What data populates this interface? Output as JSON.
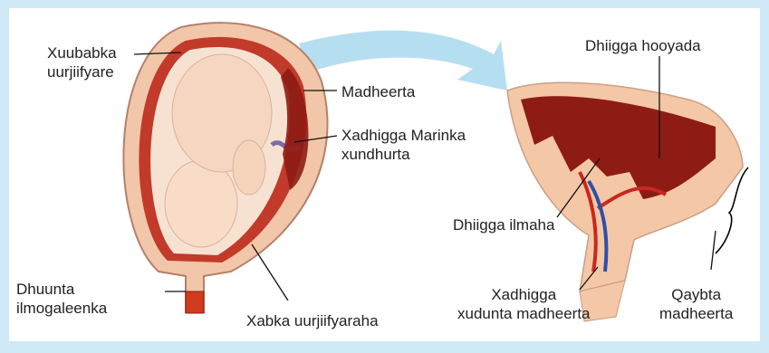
{
  "labels": {
    "uterine_wall": [
      "Xuubabka",
      "uurjiifyare"
    ],
    "placenta": "Madheerta",
    "umbilical_vein": [
      "Xadhigga Marinka",
      "xundhurta"
    ],
    "cervix": [
      "Dhuunta",
      "ilmogaleenka"
    ],
    "amniotic_sac": "Xabka uurjiifyaraha",
    "maternal_blood": "Dhiigga hooyada",
    "fetal_blood": "Dhiigga ilmaha",
    "umbilical_cord": [
      "Xadhigga",
      "xudunta madheerta"
    ],
    "placental_part": [
      "Qaybta",
      "madheerta"
    ]
  },
  "colors": {
    "background": "#cfe9f6",
    "tissue": "#f4c7a6",
    "deep_red": "#8e1c14",
    "artery_red": "#c8281e",
    "vein_blue": "#2f4fa8",
    "arrow": "#a9d8ee"
  }
}
